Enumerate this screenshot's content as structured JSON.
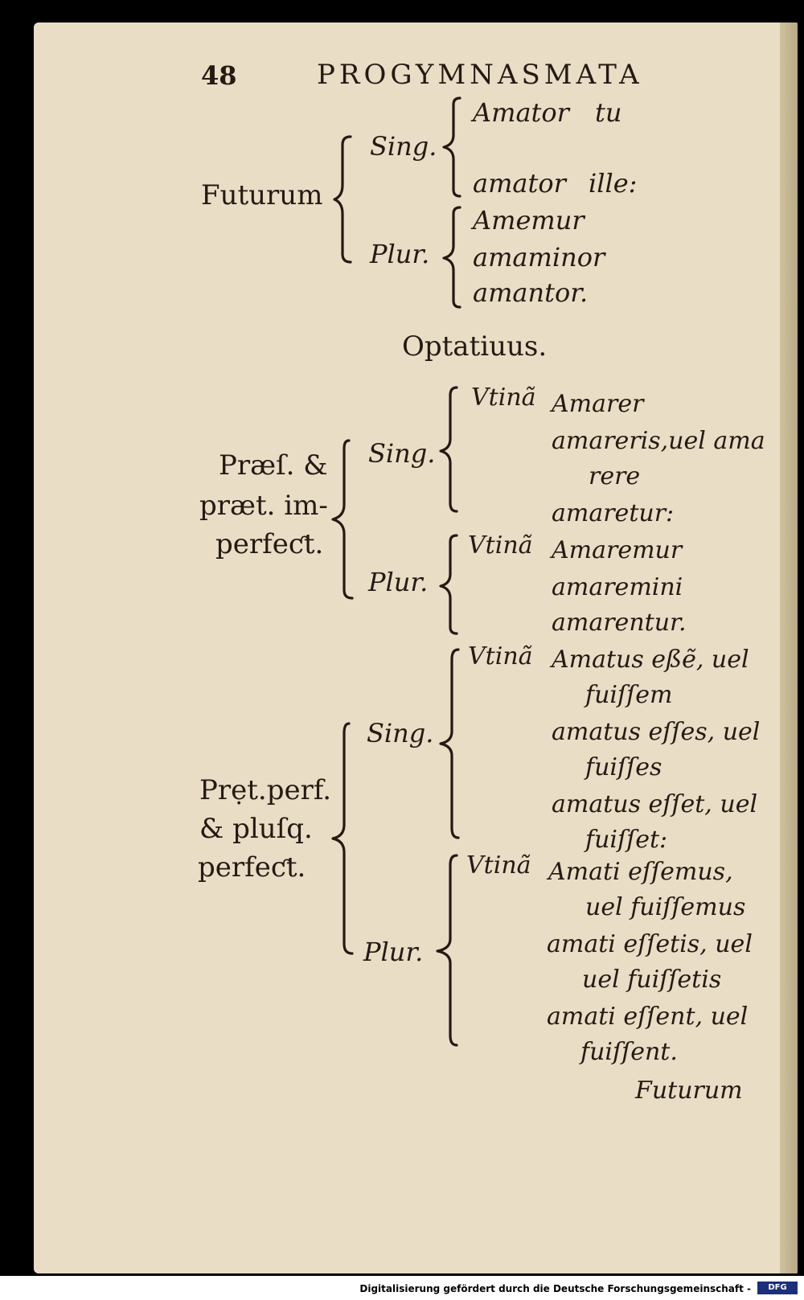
{
  "header": {
    "page_number": "48",
    "running_title": "PROGYMNASMATA"
  },
  "futurum": {
    "label": "Futurum",
    "sing_label": "Sing.",
    "plur_label": "Plur.",
    "sing": [
      {
        "form": "Amator",
        "pron": "tu"
      },
      {
        "form": "amator",
        "pron": "ille:"
      }
    ],
    "plur": [
      "Amemur",
      "amaminor",
      "amantor."
    ]
  },
  "heading": "Optatiuus.",
  "praes": {
    "label": [
      "Præſ. &",
      "præt. im-",
      "perfeƈt."
    ],
    "sing_label": "Sing.",
    "plur_label": "Plur.",
    "particle": "Vtinã",
    "sing": [
      "Amarer",
      "amareris,uel ama",
      "rere",
      "amaretur:"
    ],
    "plur": [
      "Amaremur",
      "amaremini",
      "amarentur."
    ]
  },
  "pret": {
    "label": [
      "Prẹt.perf.",
      "& pluſq.",
      "perfeƈt."
    ],
    "sing_label": "Sing.",
    "plur_label": "Plur.",
    "particle_sing": "Vtinã",
    "particle_plur": "Vtinã",
    "sing": [
      "Amatus eßẽ, uel",
      "fuiſſem",
      "amatus eſſes, uel",
      "fuiſſes",
      "amatus eſſet, uel",
      "fuiſſet:"
    ],
    "plur": [
      "Amati eſſemus,",
      "uel fuiſſemus",
      "amati eſſetis, uel",
      "uel fuiſſetis",
      "amati eſſent, uel",
      "fuiſſent."
    ]
  },
  "catchword": "Futurum",
  "footer": {
    "text": "Digitalisierung gefördert durch die Deutsche Forschungsgemeinschaft -",
    "logo": "DFG"
  }
}
